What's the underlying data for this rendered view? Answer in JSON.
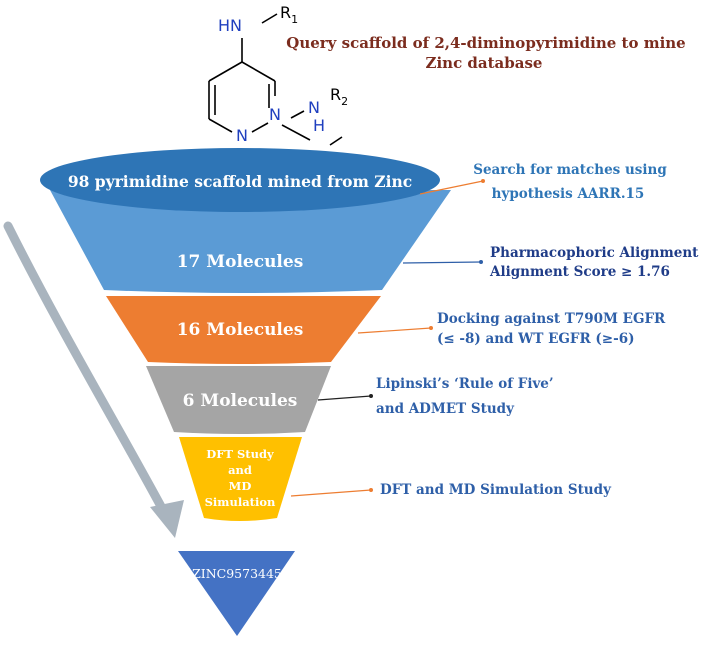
{
  "structure": {
    "amine_top": "HN",
    "amine_bottom_n": "N",
    "amine_bottom_h": "H",
    "ring_n1": "N",
    "ring_n2": "N",
    "r": "R",
    "r1_index": "1",
    "r2_index": "2"
  },
  "query_title": {
    "line1": "Query scaffold of 2,4-diminopyrimidine to mine",
    "line2": "Zinc database"
  },
  "funnel": {
    "stages": [
      {
        "label": "98 pyrimidine scaffold mined from Zinc",
        "color": "#2E75B6"
      },
      {
        "label": "17 Molecules",
        "color": "#5B9BD5"
      },
      {
        "label": "16 Molecules",
        "color": "#ED7D31"
      },
      {
        "label": "6 Molecules",
        "color": "#A5A5A5"
      },
      {
        "label_lines": [
          "DFT Study",
          "and",
          "MD",
          "Simulation"
        ],
        "color": "#FFC000"
      }
    ],
    "result": {
      "label": "ZINC9573445",
      "color": "#4472C4"
    }
  },
  "annotations": [
    {
      "lines": [
        "Search for matches using",
        "hypothesis AARR.15"
      ],
      "color": "#2E75B6",
      "connector_color": "#ED7D31"
    },
    {
      "lines": [
        "Pharmacophoric Alignment",
        "Alignment Score ≥ 1.76"
      ],
      "color": "#1F3C88",
      "connector_color": "#2E5FA8"
    },
    {
      "lines": [
        "Docking against T790M EGFR",
        "(≤ -8) and WT EGFR (≥-6)"
      ],
      "color": "#2E5FA8",
      "connector_color": "#ED7D31"
    },
    {
      "lines": [
        "Lipinski’s ‘Rule of Five’",
        "and ADMET Study"
      ],
      "color": "#2E5FA8",
      "connector_color": "#222222"
    },
    {
      "lines": [
        "DFT and MD Simulation Study"
      ],
      "color": "#2E5FA8",
      "connector_color": "#ED7D31"
    }
  ],
  "colors": {
    "title": "#7B2C1E",
    "chem_n": "#1F3FBF",
    "bond": "#000000",
    "flow_arrow": "#A9B4BE"
  }
}
